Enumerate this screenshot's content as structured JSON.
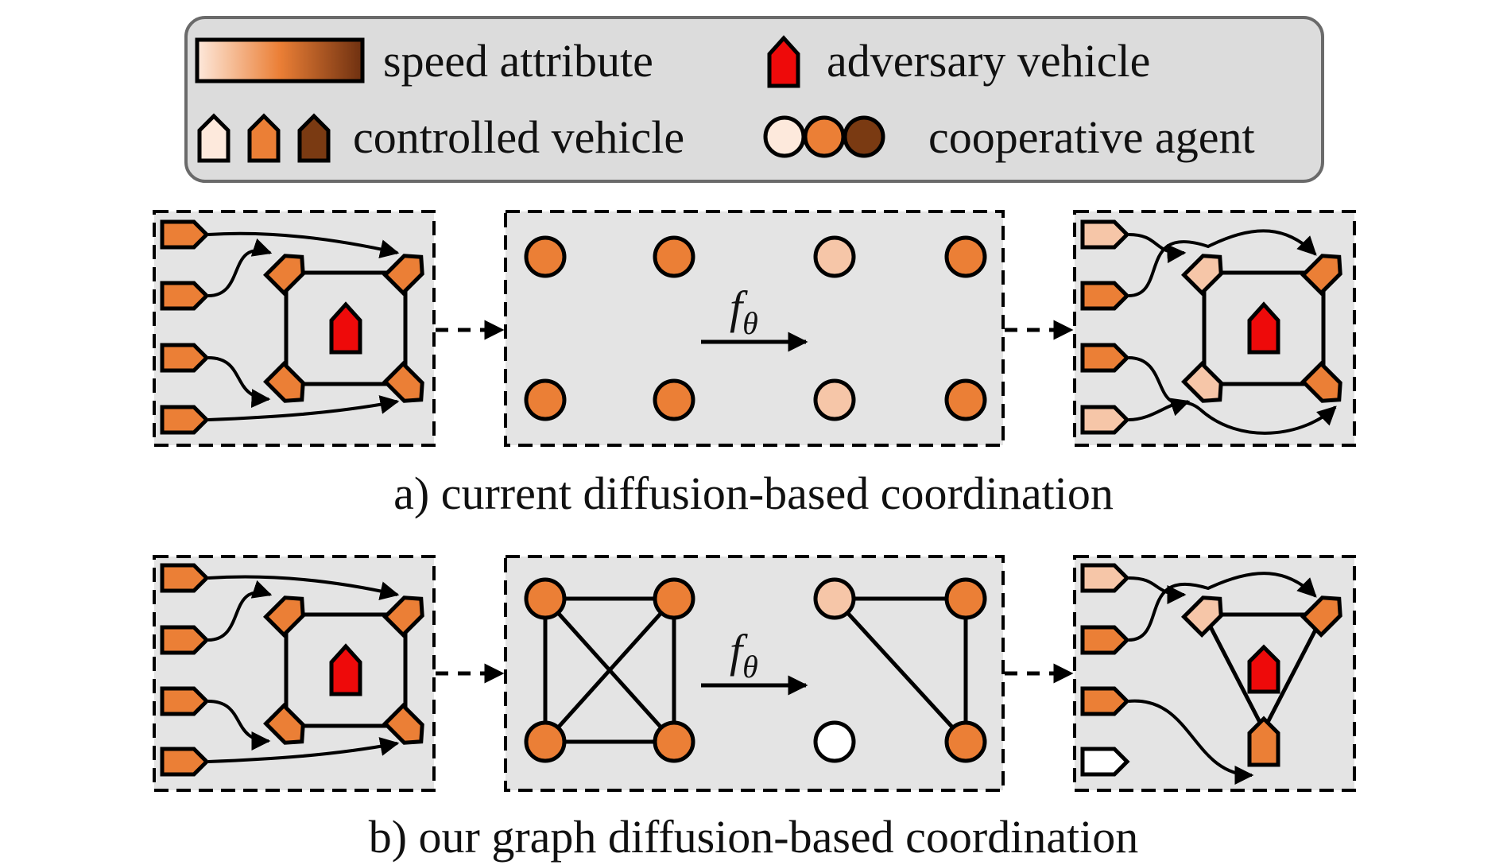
{
  "legend": {
    "speed_attribute": "speed attribute",
    "adversary_vehicle": "adversary vehicle",
    "controlled_vehicle": "controlled vehicle",
    "cooperative_agent": "cooperative agent"
  },
  "colors": {
    "light": "#f6c6a8",
    "mid": "#eb7f36",
    "dark": "#7a3a12",
    "adversary": "#ee0a0a",
    "panel": "#e4e4e4",
    "legend_bg": "#dcdcdc",
    "white": "#ffffff"
  },
  "function_label": {
    "f": "f",
    "sub": "θ"
  },
  "captions": {
    "a": "a) current diffusion-based coordination",
    "b": "b) our graph diffusion-based coordination"
  }
}
